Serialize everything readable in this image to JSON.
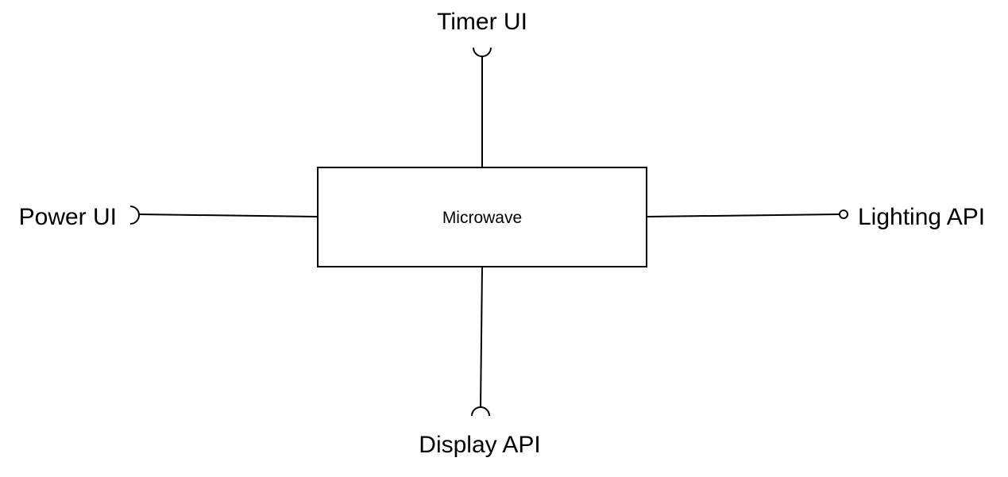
{
  "component": {
    "label": "Microwave"
  },
  "interfaces": {
    "top": {
      "label": "Timer UI",
      "type": "required"
    },
    "left": {
      "label": "Power UI",
      "type": "required"
    },
    "right": {
      "label": "Lighting API",
      "type": "provided"
    },
    "bottom": {
      "label": "Display API",
      "type": "required"
    }
  },
  "colors": {
    "stroke": "#000000",
    "background": "#ffffff"
  }
}
